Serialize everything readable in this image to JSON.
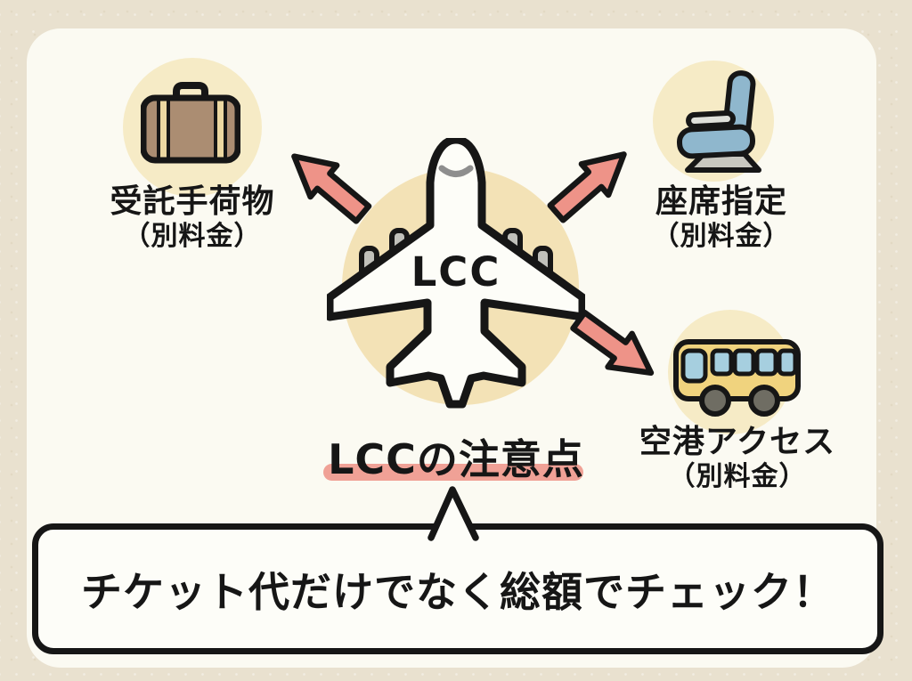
{
  "title": {
    "text": "LCCの注意点"
  },
  "plane": {
    "label": "LCC"
  },
  "items": [
    {
      "id": "checked-baggage",
      "icon": "suitcase-icon",
      "label": "受託手荷物",
      "note": "（別料金）"
    },
    {
      "id": "seat-selection",
      "icon": "seat-icon",
      "label": "座席指定",
      "note": "（別料金）"
    },
    {
      "id": "airport-access",
      "icon": "bus-icon",
      "label": "空港アクセス",
      "note": "（別料金）"
    }
  ],
  "callout": {
    "text": "チケット代だけでなく総額でチェック！"
  },
  "colors": {
    "bg": "#e9e1cf",
    "card": "#fbfaf2",
    "circle": "#f6ebc6",
    "circle_center": "#f3e2b6",
    "salmon": "#ee9388",
    "underline": "#f0a196",
    "ink": "#161616",
    "white": "#fdfdf8",
    "engine_gray": "#c0c0ba",
    "suitcase_brown": "#ab8d72",
    "strap_cream": "#ecd8a2",
    "seat_blue": "#8fb7cd",
    "seat_gray": "#c9c8c0",
    "bus_yellow": "#f0d37e",
    "window_blue": "#a6cfdf",
    "wheel_gray": "#6f6d63"
  }
}
